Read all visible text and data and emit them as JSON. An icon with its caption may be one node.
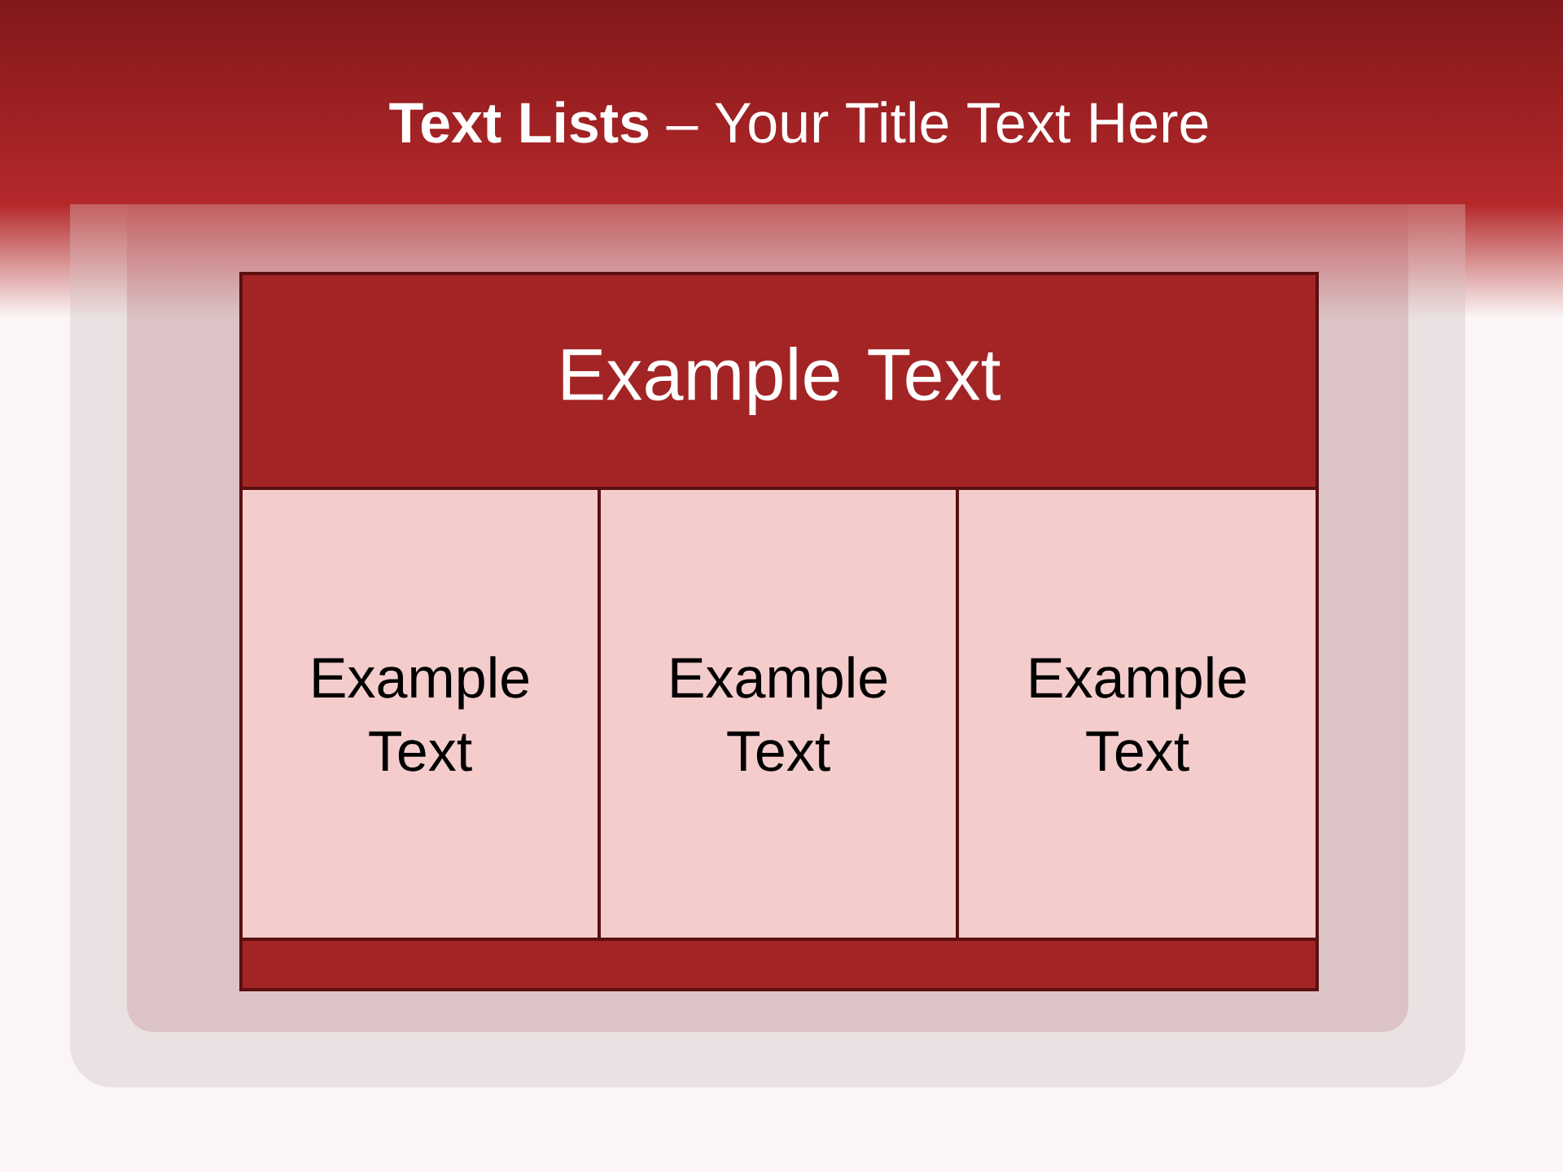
{
  "diagram": {
    "title": "**Text Lists** – Your Title Text Here",
    "nodes": [
      {
        "text": [
          "Example Text"
        ]
      },
      {
        "text": [
          "Example Text"
        ]
      },
      {
        "text": [
          "Example Text"
        ]
      },
      {
        "text": [
          "Example Text"
        ]
      },
      {
        "text": [],
        "shape": "bar"
      }
    ]
  }
}
